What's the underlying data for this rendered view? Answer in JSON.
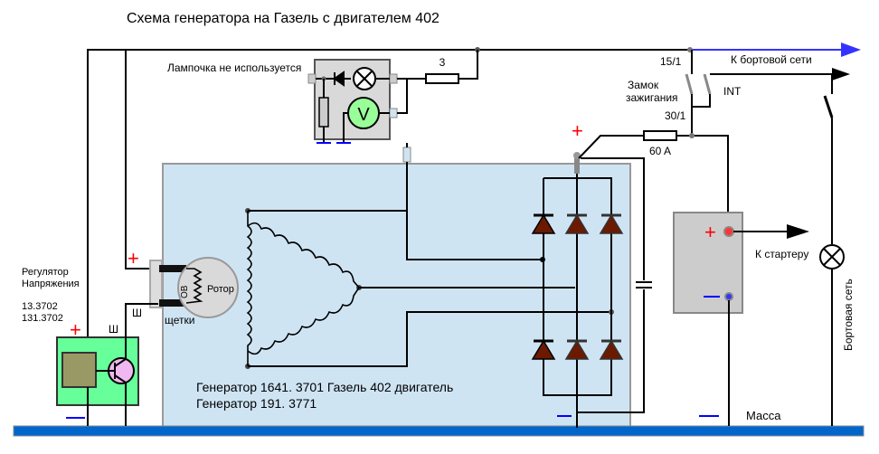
{
  "title": "Схема генератора на Газель с двигателем 402",
  "labels": {
    "lamp_unused": "Лампочка не используется",
    "fuse_3": "3",
    "fuse_60": "60 A",
    "terminal_15": "15/1",
    "terminal_30": "30/1",
    "ignition_lock_line1": "Замок",
    "ignition_lock_line2": "зажигания",
    "int": "INT",
    "to_onboard_net": "К бортовой сети",
    "to_starter": "К стартеру",
    "onboard_net_vertical": "Бортовая сеть",
    "ground": "Масса",
    "regulator_line1": "Регулятор",
    "regulator_line2": "Напряжения",
    "regulator_model1": "13.3702",
    "regulator_model2": "131.3702",
    "sh_terminal_1": "Ш",
    "sh_terminal_2": "Ш",
    "brushes": "щетки",
    "rotor": "Ротор",
    "field_winding": "ОВ",
    "voltmeter": "V",
    "generator_line1": "Генератор 1641. 3701  Газель  402 двигатель",
    "generator_line2": "Генератор  191. 3771",
    "plus": "+",
    "minus": "—"
  },
  "colors": {
    "generator_body": "#cfe4f3",
    "regulator_body": "#66ff99",
    "diode": "#6b1a00",
    "plus": "#ff0000",
    "minus": "#0000ff",
    "ground_bus": "#0066cc",
    "onboard_arrow": "#3333ff",
    "battery": "#cccccc",
    "voltmeter": "#99ff99",
    "transistor": "#f0b8f0",
    "regulator_block": "#999966"
  }
}
